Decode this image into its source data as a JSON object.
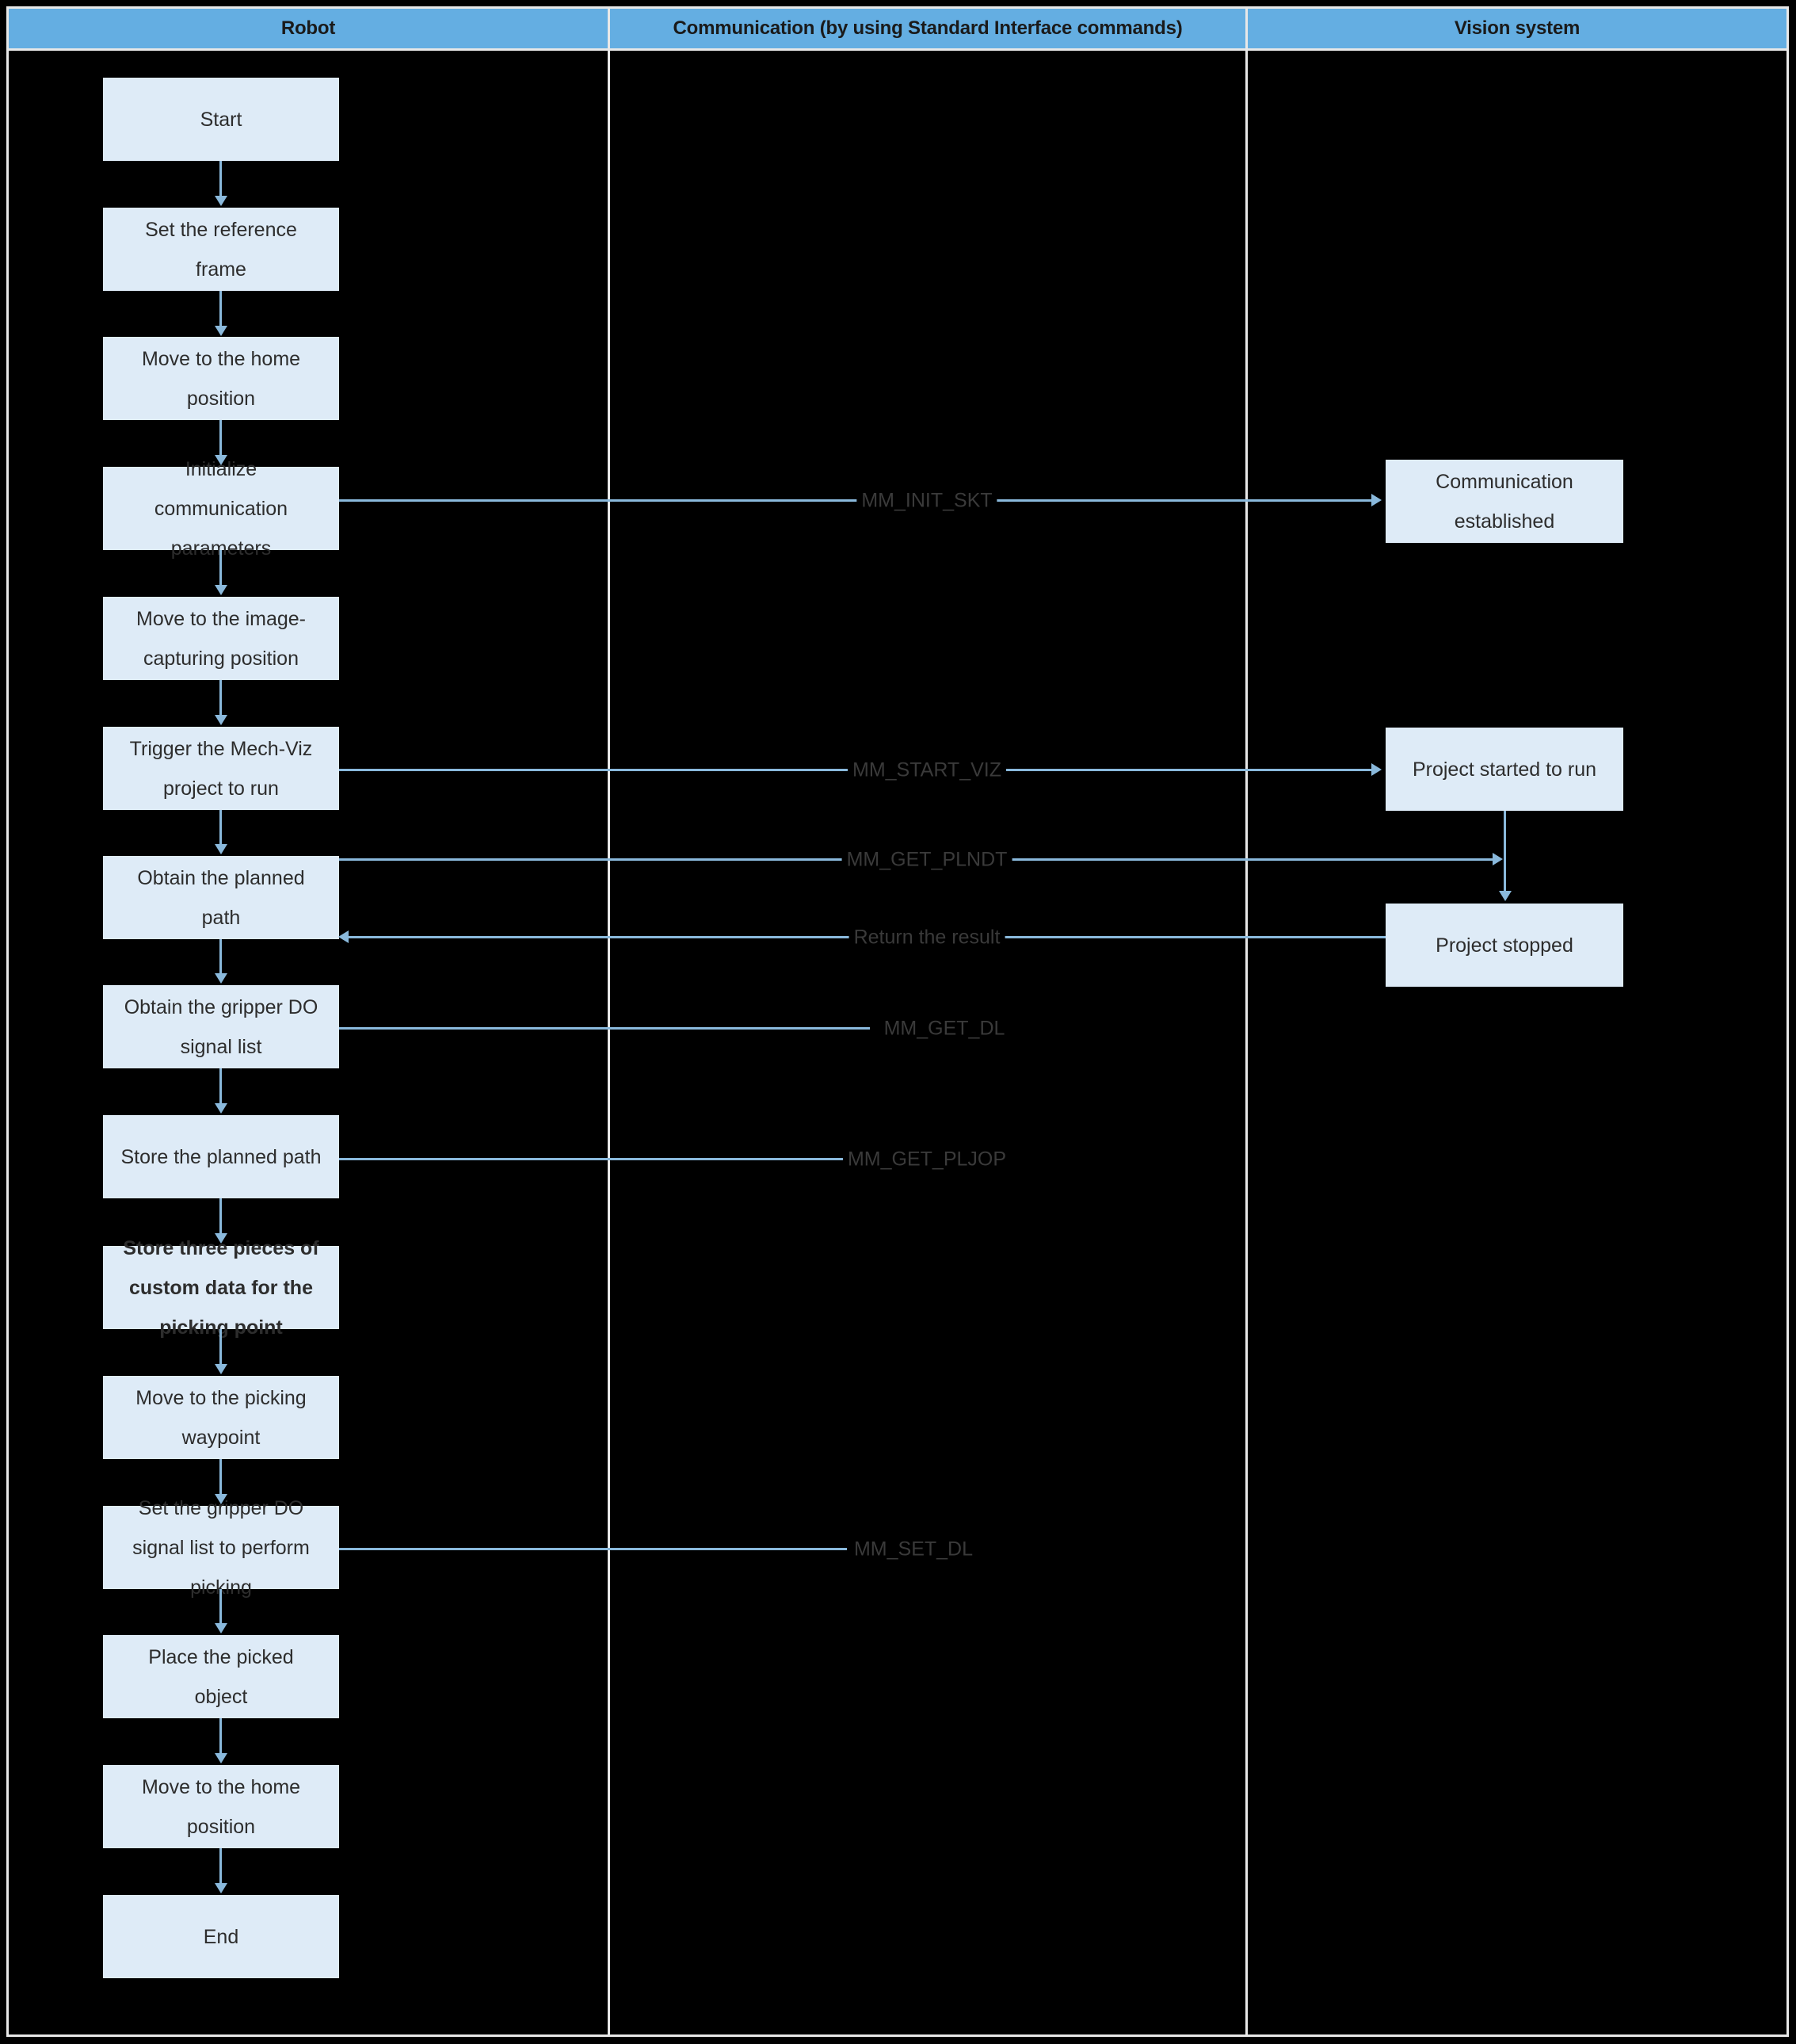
{
  "lanes": [
    {
      "id": "robot",
      "title": "Robot"
    },
    {
      "id": "comm",
      "title": "Communication (by using Standard Interface commands)"
    },
    {
      "id": "vision",
      "title": "Vision system"
    }
  ],
  "colors": {
    "lane_header_bg": "#64AEE2",
    "node_fill": "#DEEBF7",
    "connector": "#8AB9DC",
    "canvas": "#000000",
    "grid": "#E8E8E8",
    "text": "#2d2d2d"
  },
  "robot_nodes": [
    {
      "id": "start",
      "label": "Start",
      "bold": false
    },
    {
      "id": "set-ref",
      "label": "Set the reference\nframe",
      "bold": false
    },
    {
      "id": "home-1",
      "label": "Move to the home\nposition",
      "bold": false
    },
    {
      "id": "init-comm",
      "label": "Initialize\ncommunication\nparameters",
      "bold": false
    },
    {
      "id": "move-capture",
      "label": "Move to the image-\ncapturing position",
      "bold": false
    },
    {
      "id": "trigger-viz",
      "label": "Trigger the Mech-Viz\nproject to run",
      "bold": false
    },
    {
      "id": "obtain-path",
      "label": "Obtain the planned\npath",
      "bold": false
    },
    {
      "id": "obtain-do",
      "label": "Obtain the gripper DO\nsignal list",
      "bold": false
    },
    {
      "id": "store-path",
      "label": "Store the planned path",
      "bold": false
    },
    {
      "id": "store-custom",
      "label": "Store three pieces of\ncustom data for the\npicking point",
      "bold": true
    },
    {
      "id": "move-pick",
      "label": "Move to the picking\nwaypoint",
      "bold": false
    },
    {
      "id": "set-do",
      "label": "Set the gripper DO\nsignal list to perform\npicking",
      "bold": false
    },
    {
      "id": "place",
      "label": "Place the picked\nobject",
      "bold": false
    },
    {
      "id": "home-2",
      "label": "Move to the home\nposition",
      "bold": false
    },
    {
      "id": "end",
      "label": "End",
      "bold": false
    }
  ],
  "vision_nodes": [
    {
      "id": "comm-est",
      "label": "Communication\nestablished"
    },
    {
      "id": "proj-started",
      "label": "Project started to run"
    },
    {
      "id": "proj-stopped",
      "label": "Project stopped"
    }
  ],
  "messages": [
    {
      "id": "init-skt",
      "label": "MM_INIT_SKT",
      "direction": "right"
    },
    {
      "id": "start-viz",
      "label": "MM_START_VIZ",
      "direction": "right"
    },
    {
      "id": "get-plndt",
      "label": "MM_GET_PLNDT",
      "direction": "right"
    },
    {
      "id": "return-res",
      "label": "Return the result",
      "direction": "left"
    },
    {
      "id": "get-dl",
      "label": "MM_GET_DL",
      "direction": "none"
    },
    {
      "id": "get-pljop",
      "label": "MM_GET_PLJOP",
      "direction": "none"
    },
    {
      "id": "set-dl",
      "label": "MM_SET_DL",
      "direction": "none"
    }
  ]
}
